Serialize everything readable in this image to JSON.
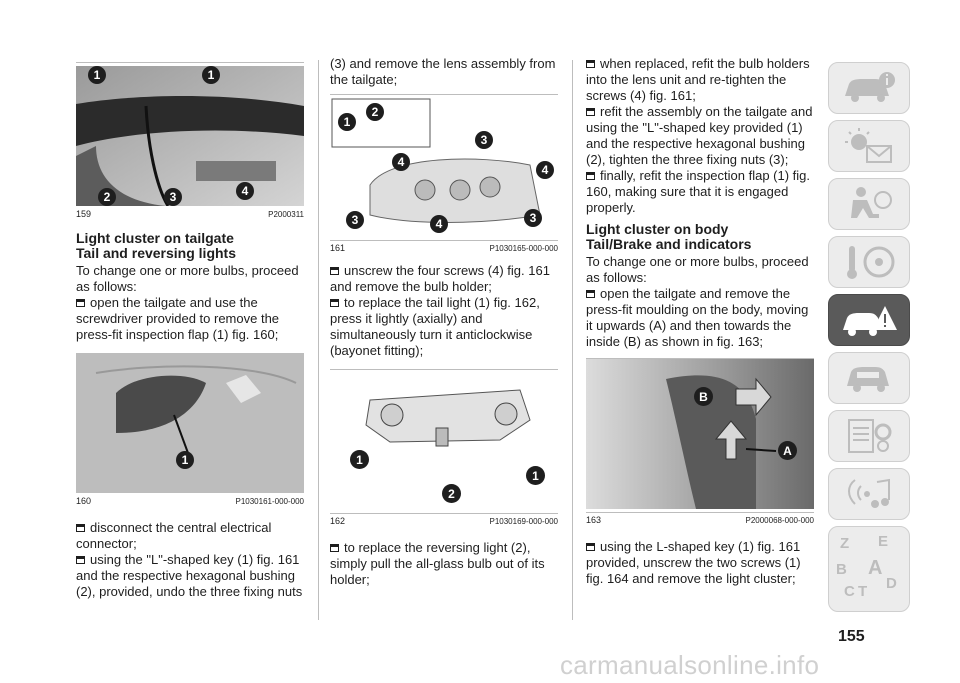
{
  "page_number": "155",
  "watermark": "carmanualsonline.info",
  "figures": {
    "f159": {
      "num": "159",
      "code": "P2000311",
      "callouts": [
        "1",
        "1",
        "2",
        "3",
        "4"
      ]
    },
    "f160": {
      "num": "160",
      "code": "P1030161-000-000",
      "callouts": [
        "1"
      ]
    },
    "f161": {
      "num": "161",
      "code": "P1030165-000-000",
      "callouts": [
        "1",
        "2",
        "3",
        "4",
        "4",
        "3",
        "4",
        "3"
      ]
    },
    "f162": {
      "num": "162",
      "code": "P1030169-000-000",
      "callouts": [
        "1",
        "1",
        "2"
      ]
    },
    "f163": {
      "num": "163",
      "code": "P2000068-000-000",
      "callouts": [
        "B",
        "A"
      ]
    }
  },
  "col1": {
    "heading_line1": "Light cluster on tailgate",
    "heading_line2": "Tail and reversing lights",
    "intro": "To change one or more bulbs, proceed as follows:",
    "bullet1": "open the tailgate and use the screwdriver provided to remove the press-fit inspection flap (1) fig. 160;",
    "bullet2": "disconnect the central electrical connector;",
    "bullet3": "using the \"L\"-shaped key (1) fig. 161 and the respective hexagonal bushing (2), provided, undo the three fixing nuts"
  },
  "col2": {
    "continuation": "(3) and remove the lens assembly from the tailgate;",
    "bullet1": "unscrew the four screws (4) fig. 161 and remove the bulb holder;",
    "bullet2": "to replace the tail light (1) fig. 162, press it lightly (axially) and simultaneously turn it anticlockwise (bayonet fitting);",
    "bullet3": "to replace the reversing light (2), simply pull the all-glass bulb out of its holder;"
  },
  "col3": {
    "bullet1": "when replaced, refit the bulb holders into the lens unit and re-tighten the screws (4) fig. 161;",
    "bullet2": "refit the assembly on the tailgate and using the \"L\"-shaped key provided (1) and the respective hexagonal bushing (2), tighten the three fixing nuts (3);",
    "bullet3": "finally, refit the inspection flap (1) fig. 160, making sure that it is engaged properly.",
    "heading_line1": "Light cluster on body",
    "heading_line2": "Tail/Brake and indicators",
    "intro": "To change one or more bulbs, proceed as follows:",
    "bullet4": "open the tailgate and remove the press-fit moulding on the body, moving it upwards (A) and then towards the inside (B) as shown in fig. 163;",
    "bullet5": "using the L-shaped key (1) fig. 161 provided, unscrew the two screws (1) fig. 164 and remove the light cluster;"
  },
  "sidebar": {
    "icons": [
      {
        "name": "car-info-icon"
      },
      {
        "name": "warning-lights-icon"
      },
      {
        "name": "safety-airbag-icon"
      },
      {
        "name": "steering-key-icon"
      },
      {
        "name": "emergency-car-icon"
      },
      {
        "name": "car-maintenance-icon"
      },
      {
        "name": "technical-data-icon"
      },
      {
        "name": "multimedia-icon"
      },
      {
        "name": "index-az-icon"
      }
    ],
    "index_letters": [
      "Z",
      "E",
      "B",
      "A",
      "C",
      "T",
      "D"
    ]
  },
  "colors": {
    "text": "#1e1e1e",
    "badge": "#1e1e1e",
    "sidebar_bg": "#ececec",
    "sidebar_active": "#5a5a5a"
  }
}
